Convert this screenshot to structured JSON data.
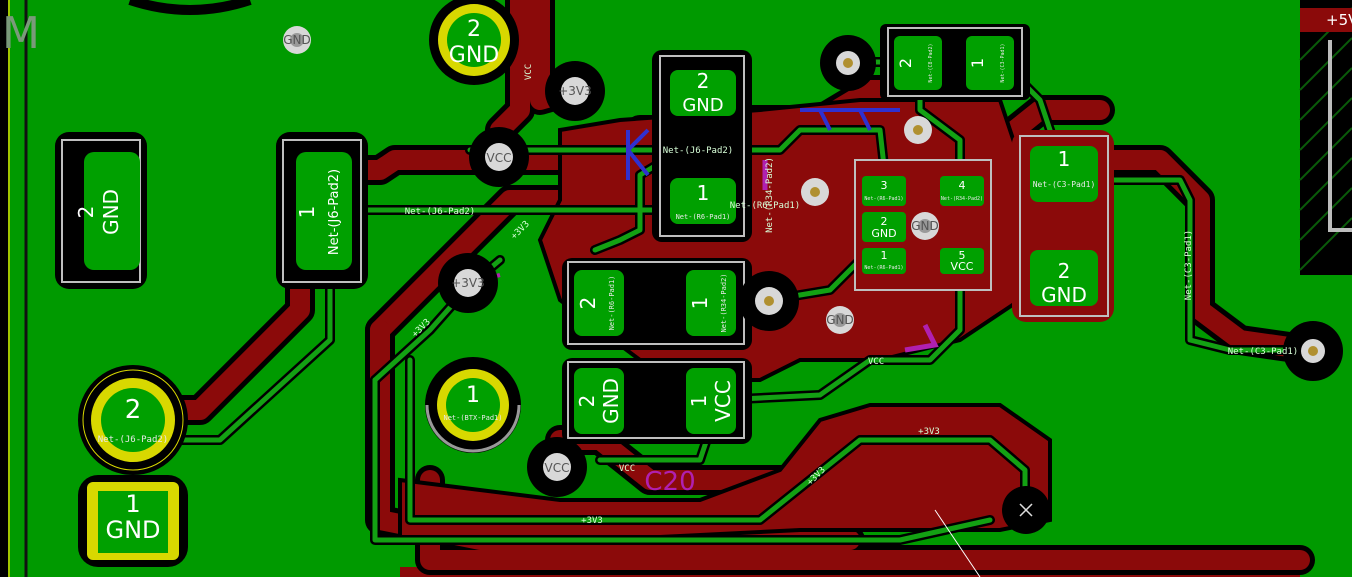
{
  "colors": {
    "board": "#009a00",
    "copper_back": "#8b0a0a",
    "copper_front": "#13a113",
    "pad": "#00a000",
    "pad_outline": "#bfbfbf",
    "ring": "#d8d800",
    "silk": "#e8e8e8",
    "magenta": "#b020b0",
    "blue": "#3030d0",
    "via": "#d8d8d8"
  },
  "rails": {
    "plus5v": "+5V",
    "plus3v3": "+3V3",
    "vcc": "VCC"
  },
  "pads": {
    "j6_2_num": "2",
    "j6_2_net": "GND",
    "j6_1_num": "1",
    "j6_1_net": "Net-(J6-Pad2)",
    "big_2_num": "2",
    "big_2_net": "Net-(J6-Pad2)",
    "big_1_num": "1",
    "big_1_net": "GND",
    "top_2_num": "2",
    "top_2_net": "GND",
    "mid_1_num": "1",
    "mid_1_net": "Net-(BTX-Pad1)",
    "r6_2_num": "2",
    "r6_2_net": "GND",
    "r6_1_num": "1",
    "r6_1_net": "Net-(R6-Pad1)",
    "l_2_num": "2",
    "l_2_net": "Net-(R6-Pad1)",
    "l_1_num": "1",
    "l_1_net": "Net-(R34-Pad2)",
    "c2_2_num": "2",
    "c2_2_net": "GND",
    "c2_1_num": "1",
    "c2_1_net": "VCC",
    "ic_3_num": "3",
    "ic_3_net": "Net-(R6-Pad1)",
    "ic_4_num": "4",
    "ic_4_net": "Net-(R34-Pad2)",
    "ic_2_num": "2",
    "ic_2_net": "GND",
    "ic_1_num": "1",
    "ic_1_net": "Net-(R6-Pad1)",
    "ic_5_num": "5",
    "ic_5_net": "VCC",
    "tr_2_num": "2",
    "tr_2_net": "Net-(C8-Pad2)",
    "tr_1_num": "1",
    "tr_1_net": "Net-(C3-Pad1)",
    "c3_1_num": "1",
    "c3_1_net": "Net-(C3-Pad1)",
    "c3_2_num": "2",
    "c3_2_net": "GND"
  },
  "vias": {
    "gnd_a": "GND",
    "gnd_b": "GND",
    "gnd_c": "GND",
    "vcc_a": "VCC",
    "vcc_b": "VCC",
    "v33_a": "+3V3",
    "v33_b": "+3V3"
  },
  "trace_labels": {
    "vcc_top": "VCC",
    "j6_net": "Net-(J6-Pad2)",
    "j6_net2": "Net-(J6-Pad2)",
    "r6_net": "Net-(R6-Pad1)",
    "r34_net": "Net-(R34-Pad2)",
    "c3_net_v": "Net-(C3-Pad1)",
    "c3_net_h": "Net-(C3-Pad1)",
    "vcc_mid": "VCC",
    "vcc_low": "VCC",
    "v33_a": "+3V3",
    "v33_b": "+3V3",
    "v33_c": "+3V3",
    "v33_d": "+3V3",
    "v33_e": "+3V3"
  },
  "silkscreen": {
    "c20": "C20",
    "m_letter": "M"
  }
}
